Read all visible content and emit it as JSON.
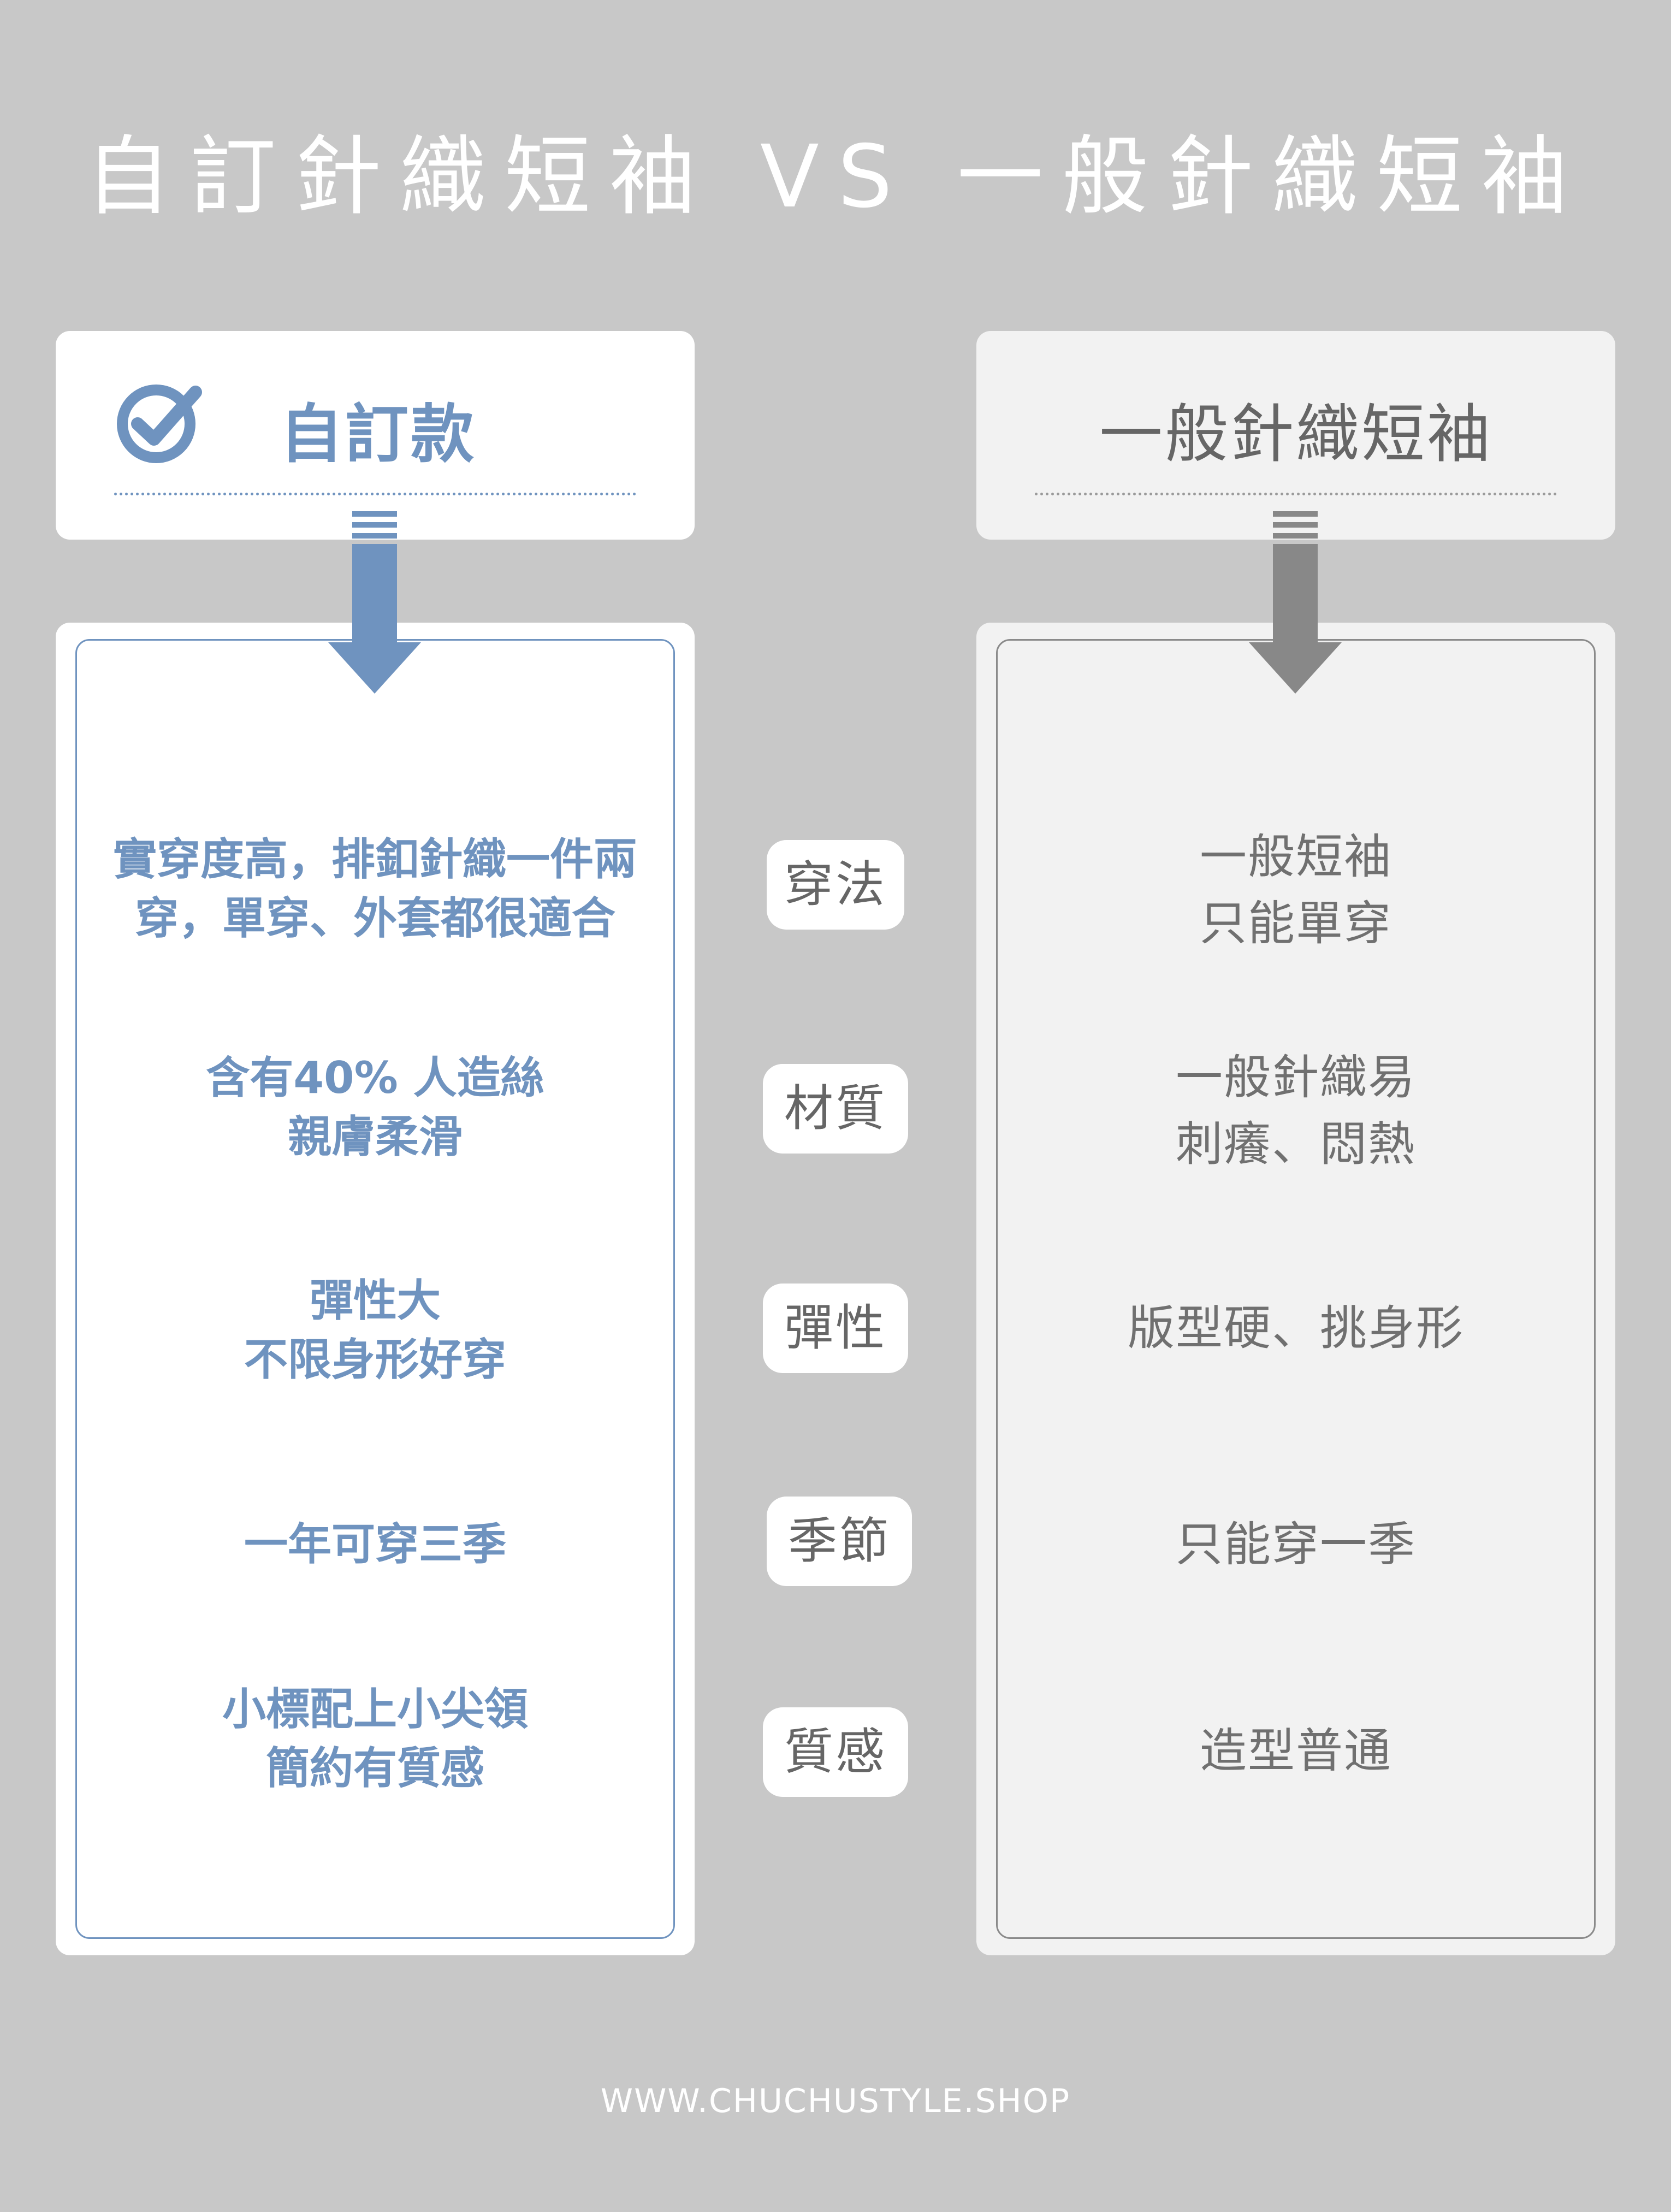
{
  "title": "自訂針織短袖 VS 一般針織短袖",
  "colors": {
    "background": "#c8c8c8",
    "accent_blue": "#6f93bf",
    "gray_arrow": "#888888",
    "gray_text": "#707070"
  },
  "left_header": {
    "icon": "check-circle-icon",
    "label": "自訂款"
  },
  "right_header": {
    "label": "一般針織短袖"
  },
  "rows": [
    {
      "category": "穿法",
      "custom": [
        "實穿度高，排釦針織一件兩",
        "穿，單穿、外套都很適合"
      ],
      "regular": [
        "一般短袖",
        "只能單穿"
      ]
    },
    {
      "category": "材質",
      "custom": [
        "含有40% 人造絲",
        "親膚柔滑"
      ],
      "regular": [
        "一般針織易",
        "刺癢、悶熱"
      ]
    },
    {
      "category": "彈性",
      "custom": [
        "彈性大",
        "不限身形好穿"
      ],
      "regular": [
        "版型硬、挑身形"
      ]
    },
    {
      "category": "季節",
      "custom": [
        "一年可穿三季"
      ],
      "regular": [
        "只能穿一季"
      ]
    },
    {
      "category": "質感",
      "custom": [
        "小標配上小尖領",
        "簡約有質感"
      ],
      "regular": [
        "造型普通"
      ]
    }
  ],
  "footer": "WWW.CHUCHUSTYLE.SHOP"
}
